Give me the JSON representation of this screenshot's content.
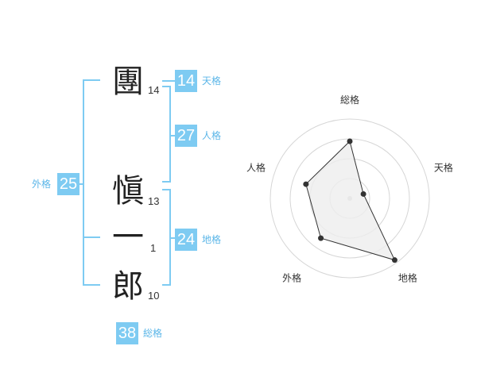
{
  "characters": [
    {
      "char": "團",
      "strokes": "14"
    },
    {
      "char": "愼",
      "strokes": "13"
    },
    {
      "char": "一",
      "strokes": "1"
    },
    {
      "char": "郎",
      "strokes": "10"
    }
  ],
  "grid": {
    "tenkaku": {
      "value": "14",
      "label": "天格"
    },
    "jinkaku": {
      "value": "27",
      "label": "人格"
    },
    "chikaku": {
      "value": "24",
      "label": "地格"
    },
    "gaikaku": {
      "value": "25",
      "label": "外格"
    },
    "soukaku": {
      "value": "38",
      "label": "総格"
    }
  },
  "colors": {
    "accent": "#7ecbf2",
    "label": "#5bb6e8",
    "radar_fill": "#eeeeee",
    "radar_line": "#333333"
  },
  "chart_data": {
    "type": "radar",
    "axes": [
      "総格",
      "天格",
      "地格",
      "外格",
      "人格"
    ],
    "values": [
      0.72,
      0.18,
      0.96,
      0.62,
      0.58
    ],
    "max": 1,
    "rings": 4
  }
}
